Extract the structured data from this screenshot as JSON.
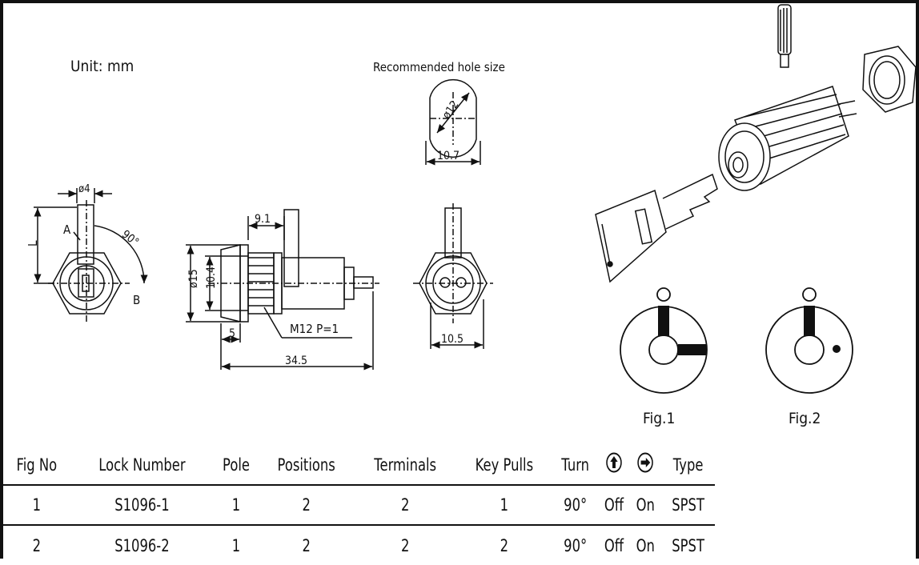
{
  "unit_label": "Unit:  mm",
  "hole_title": "Recommended  hole  size",
  "dims": {
    "hole_diameter": "ø12",
    "hole_width": "10.7",
    "side_stem": "ø4",
    "side_A": "A",
    "side_L": "L",
    "side_angle": "90°",
    "side_B": "B",
    "front_9_1": "9.1",
    "front_d15": "ø15",
    "front_10_4": "10.4",
    "front_thread": "M12  P=1",
    "front_5": "5",
    "front_34_5": "34.5",
    "rear_10_5": "10.5"
  },
  "figures": {
    "fig1": "Fig.1",
    "fig2": "Fig.2"
  },
  "table": {
    "headers": [
      "Fig No",
      "Lock Number",
      "Pole",
      "Positions",
      "Terminals",
      "Key Pulls",
      "Turn",
      "up-arrow-icon",
      "right-arrow-icon",
      "Type"
    ],
    "rows": [
      [
        "1",
        "S1096-1",
        "1",
        "2",
        "2",
        "1",
        "90°",
        "Off",
        "On",
        "SPST"
      ],
      [
        "2",
        "S1096-2",
        "1",
        "2",
        "2",
        "2",
        "90°",
        "Off",
        "On",
        "SPST"
      ]
    ]
  }
}
